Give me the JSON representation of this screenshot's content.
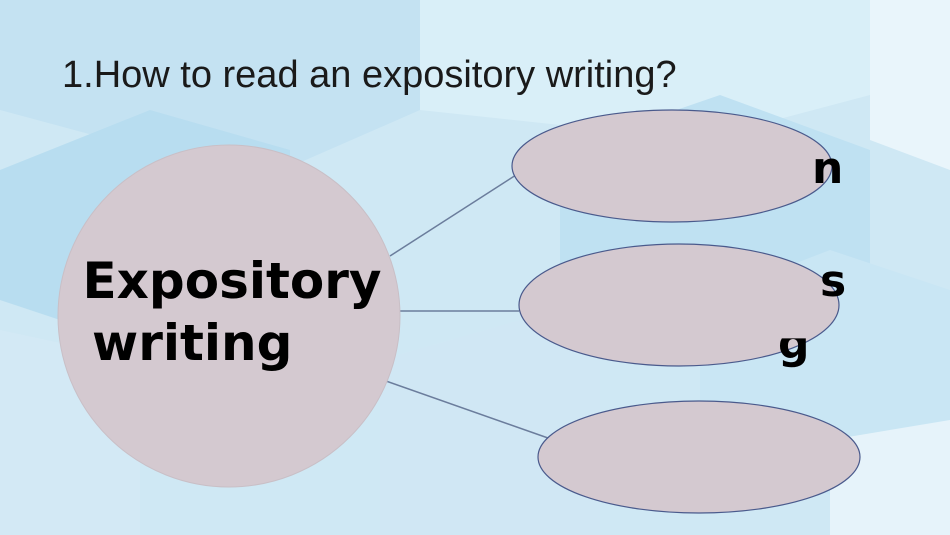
{
  "slide": {
    "title": "1.How to read an expository writing?"
  },
  "diagram": {
    "center_label_line1": "Expository",
    "center_label_line2": "writing",
    "behind_text_1": "n",
    "behind_text_2": "s",
    "behind_text_3": "g"
  },
  "colors": {
    "background": "#d7edf7",
    "ellipse_fill": "#d4c9d0",
    "ellipse_stroke": "#4a5a8c",
    "connector": "#6b7d9c"
  }
}
